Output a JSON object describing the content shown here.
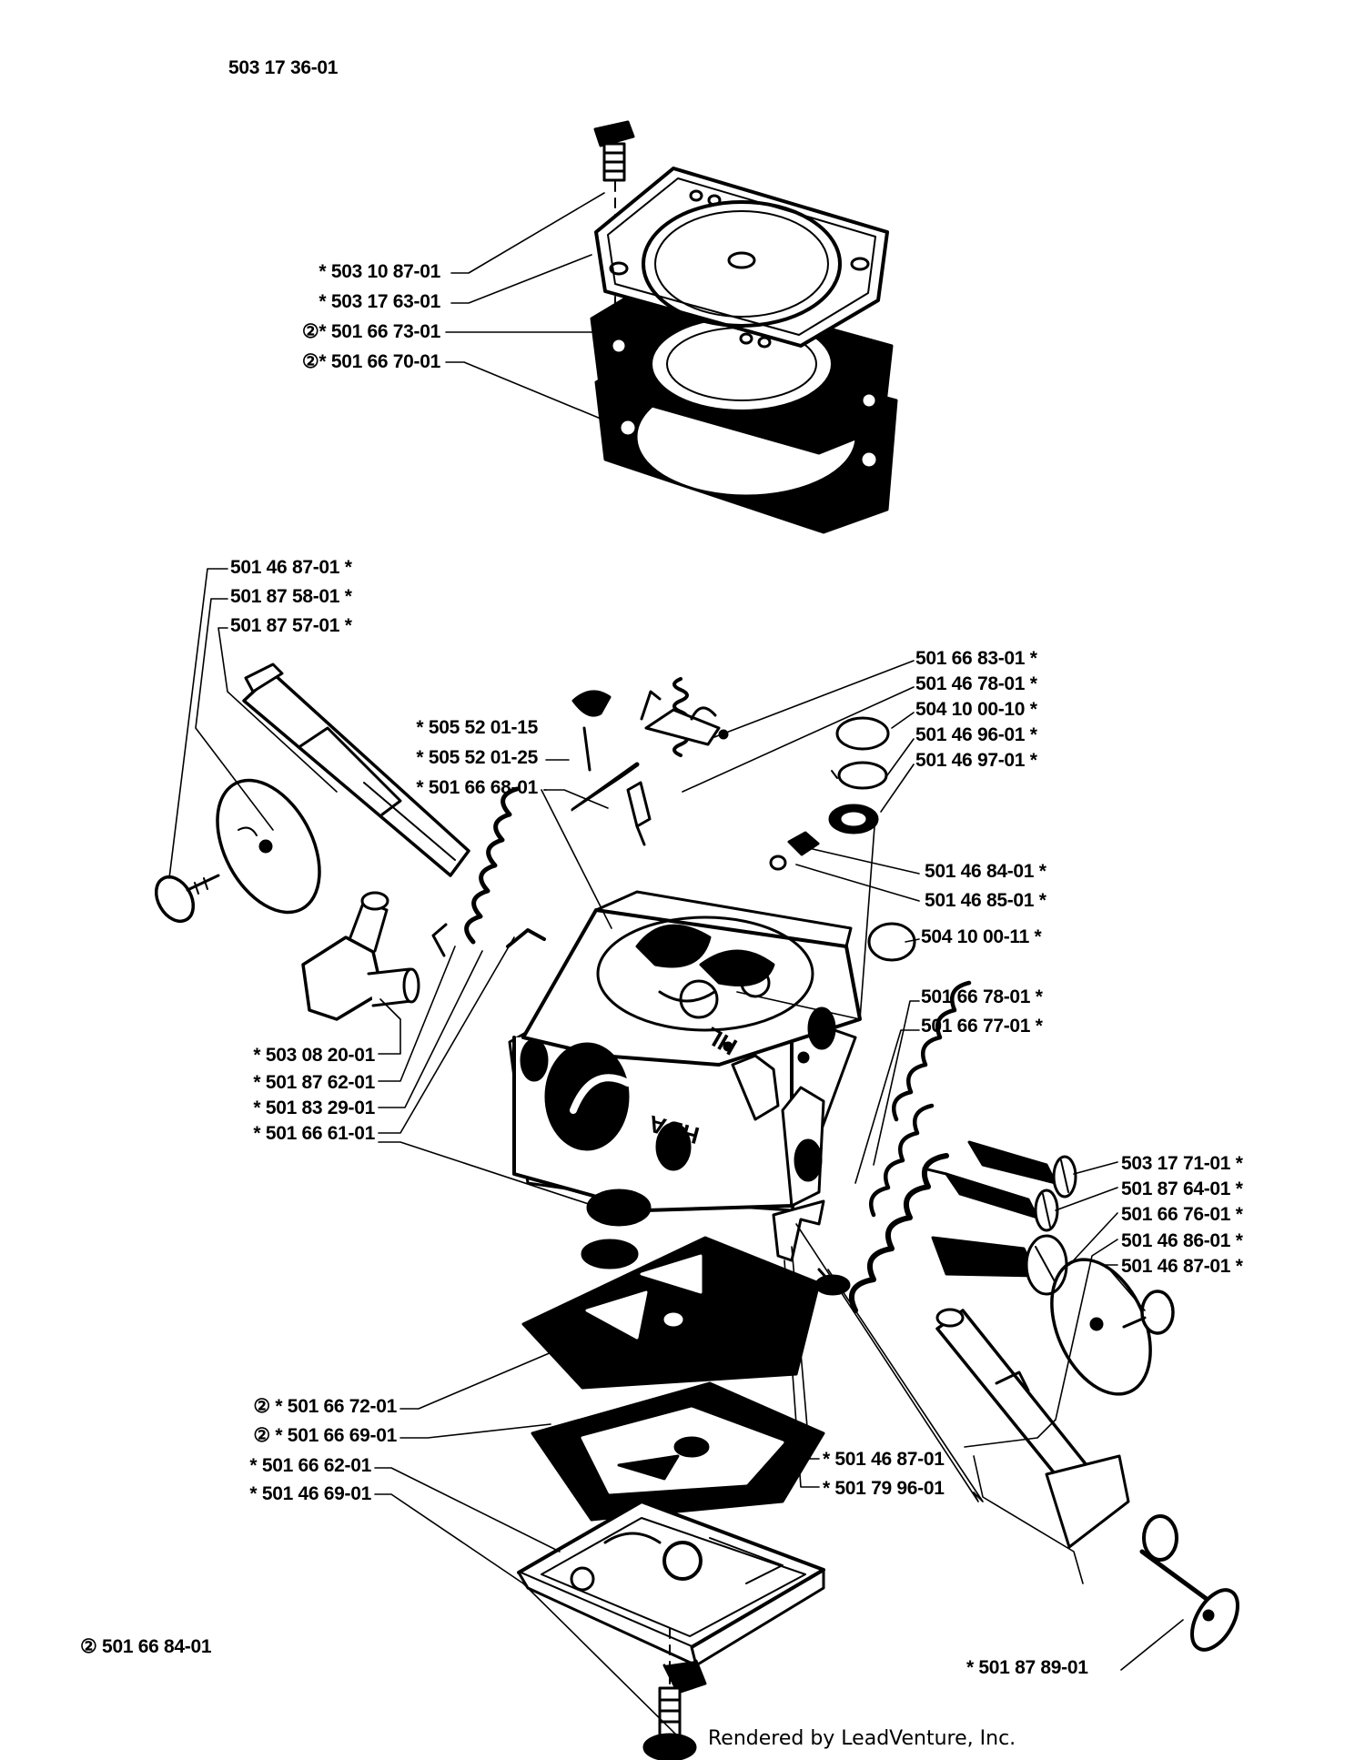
{
  "header": {
    "part_number": "503 17 36-01"
  },
  "footnote": {
    "kit": "② 501 66 84-01"
  },
  "watermark": "LEADVENTURE",
  "footer": {
    "credit": "Rendered by LeadVenture, Inc."
  },
  "colors": {
    "ink": "#000000",
    "paper": "#ffffff"
  },
  "labels": {
    "top_1": "* 503 10 87-01",
    "top_2": "* 503 17 63-01",
    "top_3": "②* 501 66 73-01",
    "top_4": "②* 501 66 70-01",
    "left_1": "501 46 87-01 *",
    "left_2": "501 87 58-01 *",
    "left_3": "501 87 57-01 *",
    "mid_1": "* 505 52 01-15",
    "mid_2": "* 505 52 01-25",
    "mid_3": "* 501 66 68-01",
    "right_1": "501 66 83-01 *",
    "right_2": "501 46 78-01 *",
    "right_3": "504 10 00-10 *",
    "right_4": "501 46 96-01 *",
    "right_5": "501 46 97-01 *",
    "right_6": "501 46 84-01 *",
    "right_7": "501 46 85-01 *",
    "right_8": "504 10 00-11 *",
    "right_9": "501 66 78-01 *",
    "right_10": "501 66 77-01 *",
    "ll_1": "* 503 08 20-01",
    "ll_2": "* 501 87 62-01",
    "ll_3": "* 501 83 29-01",
    "ll_4": "* 501 66 61-01",
    "rr_1": "503 17 71-01 *",
    "rr_2": "501 87 64-01 *",
    "rr_3": "501 66 76-01 *",
    "rr_4": "501 46 86-01 *",
    "rr_5": "501 46 87-01 *",
    "bl_1": "② * 501 66 72-01",
    "bl_2": "② * 501 66 69-01",
    "bl_3": "* 501 66 62-01",
    "bl_4": "* 501 46 69-01",
    "bm_1": "* 501 46 87-01",
    "bm_2": "* 501 79 96-01",
    "br_1": "* 501 87 89-01"
  }
}
